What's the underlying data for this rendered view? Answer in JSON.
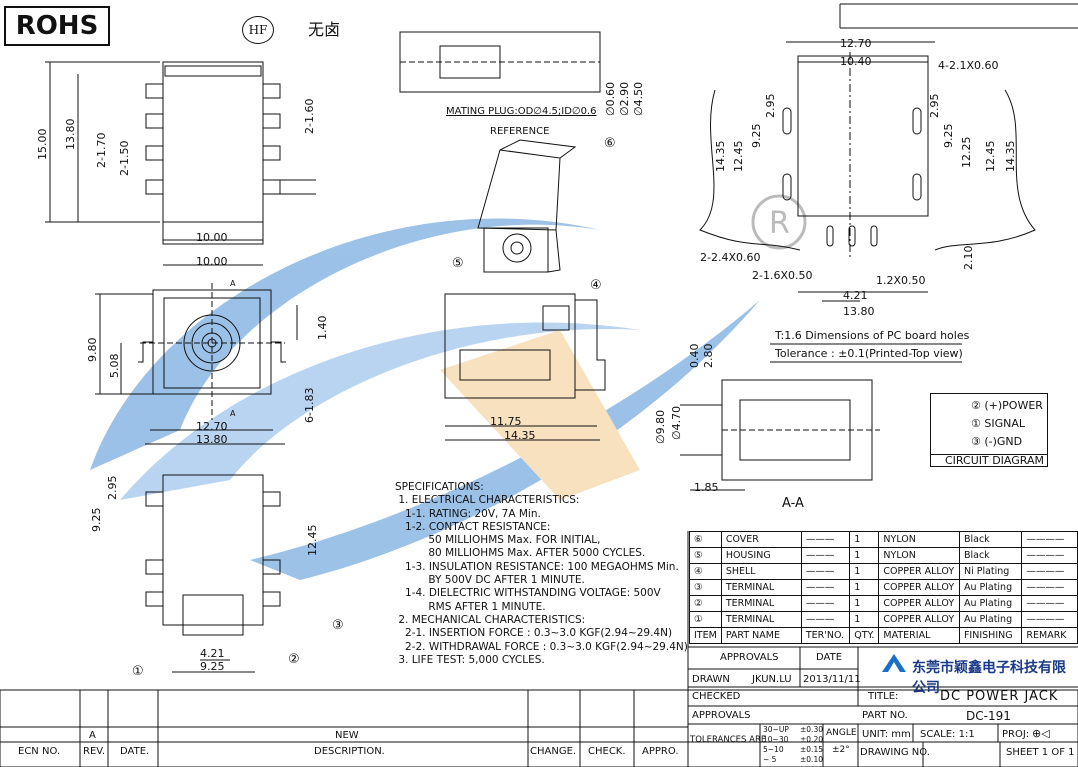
{
  "header": {
    "rohs": "ROHS",
    "hf": "HF",
    "halogen_free_cn": "无卤"
  },
  "top_view": {
    "dims": [
      "15.00",
      "13.80",
      "2-1.70",
      "2-1.50",
      "2-1.60",
      "10.00"
    ]
  },
  "front_view": {
    "dims": [
      "10.00",
      "9.80",
      "5.08",
      "1.40",
      "6-1.83",
      "12.70",
      "13.80"
    ],
    "section_mark": "A"
  },
  "plug": {
    "label": "MATING PLUG:OD∅4.5;ID∅0.6",
    "reference": "REFERENCE",
    "dims": [
      "∅0.60",
      "∅2.90",
      "∅4.50"
    ]
  },
  "iso_callouts": [
    "⑥",
    "⑤",
    "④"
  ],
  "side_view": {
    "dims": [
      "0.40",
      "2.80",
      "11.75",
      "14.35"
    ]
  },
  "section_view": {
    "dims": [
      "∅9.80",
      "∅4.70",
      "1.85"
    ],
    "title": "A-A"
  },
  "bottom_view": {
    "dims": [
      "2.95",
      "9.25",
      "12.45",
      "4.21",
      "9.25"
    ],
    "callouts": [
      "③",
      "①",
      "②"
    ]
  },
  "pcb_layout": {
    "dims": [
      "12.70",
      "10.40",
      "4-2.1X0.60",
      "2.95",
      "2.95",
      "9.25",
      "9.25",
      "12.25",
      "14.35",
      "12.45",
      "12.45",
      "14.35",
      "2-2.4X0.60",
      "2-1.6X0.50",
      "1.2X0.50",
      "4.21",
      "13.80",
      "2.10"
    ],
    "note1": "T:1.6 Dimensions of PC board holes",
    "note2": "Tolerance : ±0.1(Printed-Top view)"
  },
  "circuit": {
    "title": "CIRCUIT DIAGRAM",
    "lines": [
      "② (+)POWER",
      "① SIGNAL",
      "③ (-)GND"
    ]
  },
  "specifications": {
    "text": "SPECIFICATIONS:\n 1. ELECTRICAL CHARACTERISTICS:\n   1-1. RATING: 20V, 7A Min.\n   1-2. CONTACT RESISTANCE:\n          50 MILLIOHMS Max. FOR INITIAL,\n          80 MILLIOHMS Max. AFTER 5000 CYCLES.\n   1-3. INSULATION RESISTANCE: 100 MEGAOHMS Min.\n          BY 500V DC AFTER 1 MINUTE.\n   1-4. DIELECTRIC WITHSTANDING VOLTAGE: 500V\n          RMS AFTER 1 MINUTE.\n 2. MECHANICAL CHARACTERISTICS:\n   2-1. INSERTION FORCE : 0.3~3.0 KGF(2.94~29.4N)\n   2-2. WITHDRAWAL FORCE : 0.3~3.0 KGF(2.94~29.4N)\n 3. LIFE TEST: 5,000 CYCLES."
  },
  "bom": {
    "rows": [
      {
        "item": "⑥",
        "name": "COVER",
        "ter": "———",
        "qty": "1",
        "material": "NYLON",
        "finish": "Black",
        "remark": "————"
      },
      {
        "item": "⑤",
        "name": "HOUSING",
        "ter": "———",
        "qty": "1",
        "material": "NYLON",
        "finish": "Black",
        "remark": "————"
      },
      {
        "item": "④",
        "name": "SHELL",
        "ter": "———",
        "qty": "1",
        "material": "COPPER ALLOY",
        "finish": "Ni Plating",
        "remark": "————"
      },
      {
        "item": "③",
        "name": "TERMINAL",
        "ter": "———",
        "qty": "1",
        "material": "COPPER ALLOY",
        "finish": "Au Plating",
        "remark": "————"
      },
      {
        "item": "②",
        "name": "TERMINAL",
        "ter": "———",
        "qty": "1",
        "material": "COPPER ALLOY",
        "finish": "Au Plating",
        "remark": "————"
      },
      {
        "item": "①",
        "name": "TERMINAL",
        "ter": "———",
        "qty": "1",
        "material": "COPPER ALLOY",
        "finish": "Au Plating",
        "remark": "————"
      }
    ],
    "header": {
      "item": "ITEM",
      "name": "PART NAME",
      "ter": "TER'NO.",
      "qty": "QTY.",
      "material": "MATERIAL",
      "finish": "FINISHING",
      "remark": "REMARK"
    }
  },
  "title_block": {
    "approvals_hdr": "APPROVALS",
    "date_hdr": "DATE",
    "drawn": "DRAWN",
    "drawn_by": "JKUN.LU",
    "drawn_date": "2013/11/11",
    "checked": "CHECKED",
    "approvals": "APPROVALS",
    "company": "东莞市颖鑫电子科技有限公司",
    "title_lbl": "TITLE:",
    "title": "DC POWER JACK",
    "part_no_lbl": "PART NO.",
    "part_no": "DC-191",
    "tolerances_lbl": "TOLERANCES ARE",
    "tol_rows": [
      [
        "30~UP",
        "±0.30"
      ],
      [
        "10~30",
        "±0.20"
      ],
      [
        "5~10",
        "±0.15"
      ],
      [
        "~ 5",
        "±0.10"
      ]
    ],
    "angle_lbl": "ANGLE",
    "angle": "±2°",
    "unit": "UNIT: mm",
    "scale": "SCALE:  1:1",
    "proj": "PROJ:",
    "drawing_no": "DRAWING NO.",
    "sheet": "SHEET  1 OF 1"
  },
  "revision": {
    "rev": "A",
    "new": "NEW",
    "headers": [
      "ECN NO.",
      "REV.",
      "DATE.",
      "DESCRIPTION.",
      "CHANGE.",
      "CHECK.",
      "APPRO."
    ]
  }
}
